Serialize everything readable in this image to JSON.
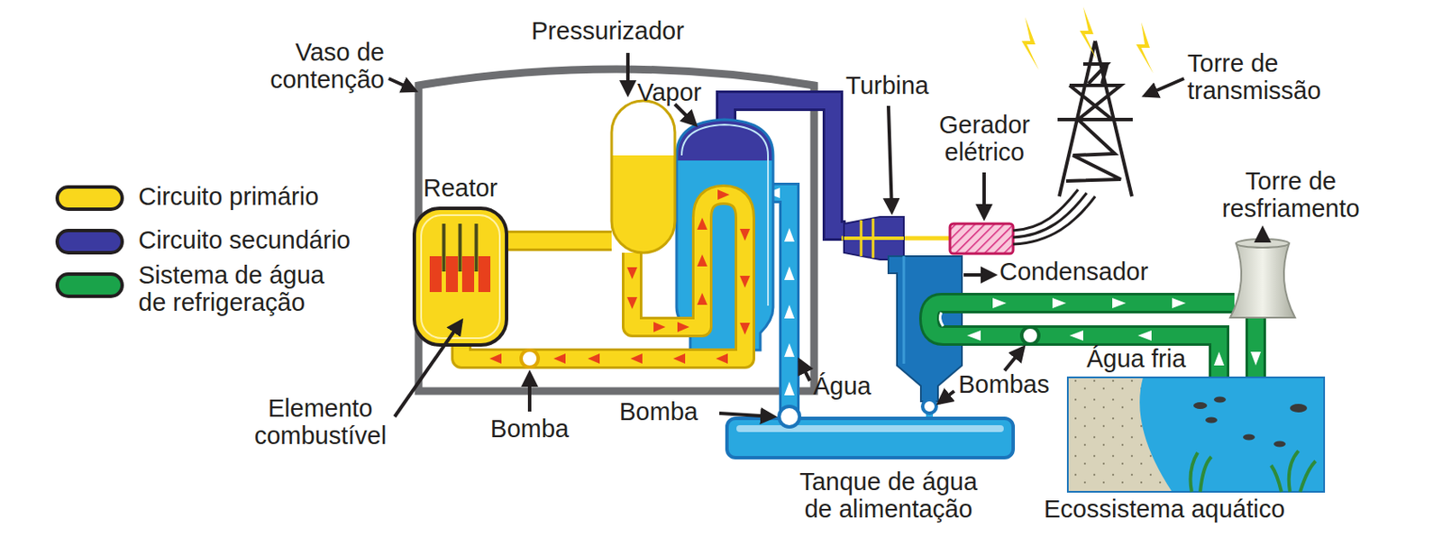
{
  "diagram": {
    "nodes": [
      {
        "text": [
          "Reator"
        ]
      }
    ],
    "labels": [
      "Vaso de contenção",
      "Pressurizador",
      "Vapor",
      "Turbina",
      "Gerador elétrico",
      "Torre de transmissão",
      "Torre de resfriamento",
      "Condensador",
      "Elemento combustível",
      "Bomba",
      "Água",
      "Bomba",
      "Bombas",
      "Água fria",
      "Tanque de água de alimentação",
      "Ecossistema aquático"
    ],
    "legend": [
      {
        "text": "Circuito primário",
        "color": "#f9d71c"
      },
      {
        "text": "Circuito secundário",
        "color": "#3b3aa0"
      },
      {
        "text": "Sistema de água de refrigeração",
        "color": "#1aa34a"
      }
    ]
  }
}
